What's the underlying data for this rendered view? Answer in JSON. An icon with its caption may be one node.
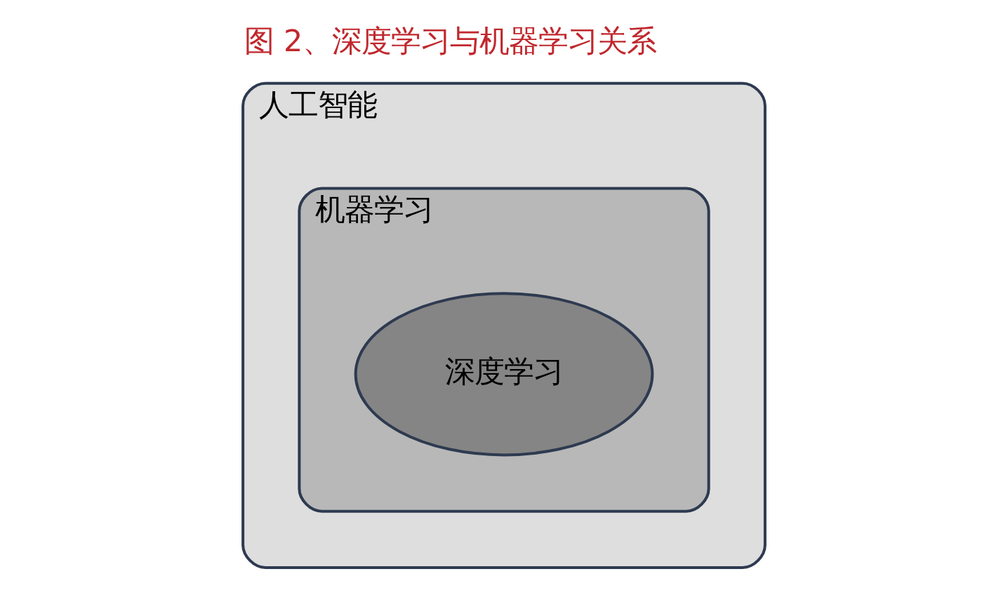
{
  "diagram": {
    "title": "图 2、深度学习与机器学习关系",
    "nodes": [
      {
        "text": [
          "人工智能"
        ]
      },
      {
        "text": [
          "机器学习"
        ],
        "in": 0
      },
      {
        "text": [
          "深度学习"
        ],
        "in": 1
      }
    ],
    "edges": []
  }
}
